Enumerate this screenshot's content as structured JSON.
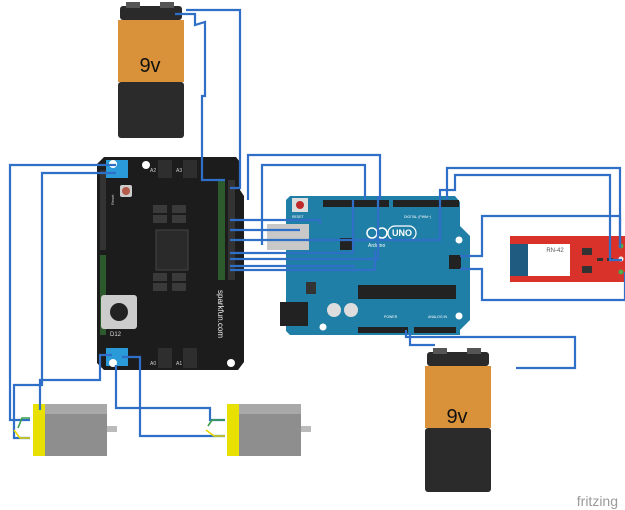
{
  "batteries": [
    {
      "label": "9v"
    },
    {
      "label": "9v"
    }
  ],
  "motor_driver": {
    "brand": "sparkfun.com",
    "pin_labels": [
      "A2",
      "A3",
      "A0",
      "A1"
    ],
    "button_label": "D12",
    "reset_label": "Reset"
  },
  "arduino": {
    "model": "UNO",
    "brand": "Arduino",
    "reset_label": "RESET",
    "digital_label": "DIGITAL (PWM~)",
    "power_label": "POWER",
    "analog_label": "ANALOG IN"
  },
  "bluetooth": {
    "label": "RN-42"
  },
  "watermark": "fritzing",
  "colors": {
    "wire": "#2f6fc8",
    "arduino": "#1f7fa6",
    "driver_board": "#1c1c1c",
    "bluetooth_board": "#d8322b",
    "battery_orange": "#d99239"
  }
}
